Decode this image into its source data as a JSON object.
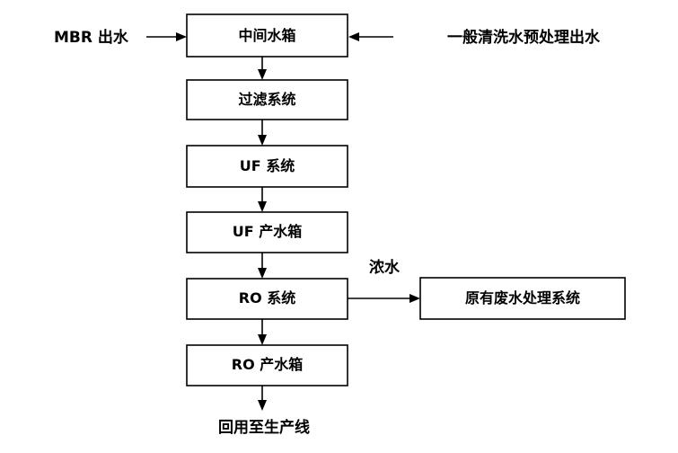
{
  "diagram": {
    "inputs": {
      "mbr": "MBR 出水",
      "cleaning": "一般清洗水预处理出水"
    },
    "boxes": {
      "intermediate_tank": "中间水箱",
      "filtration": "过滤系统",
      "uf_system": "UF 系统",
      "uf_product_tank": "UF 产水箱",
      "ro_system": "RO 系统",
      "ro_product_tank": "RO 产水箱",
      "wastewater": "原有废水处理系统"
    },
    "labels": {
      "concentrate": "浓水",
      "output": "回用至生产线"
    }
  }
}
